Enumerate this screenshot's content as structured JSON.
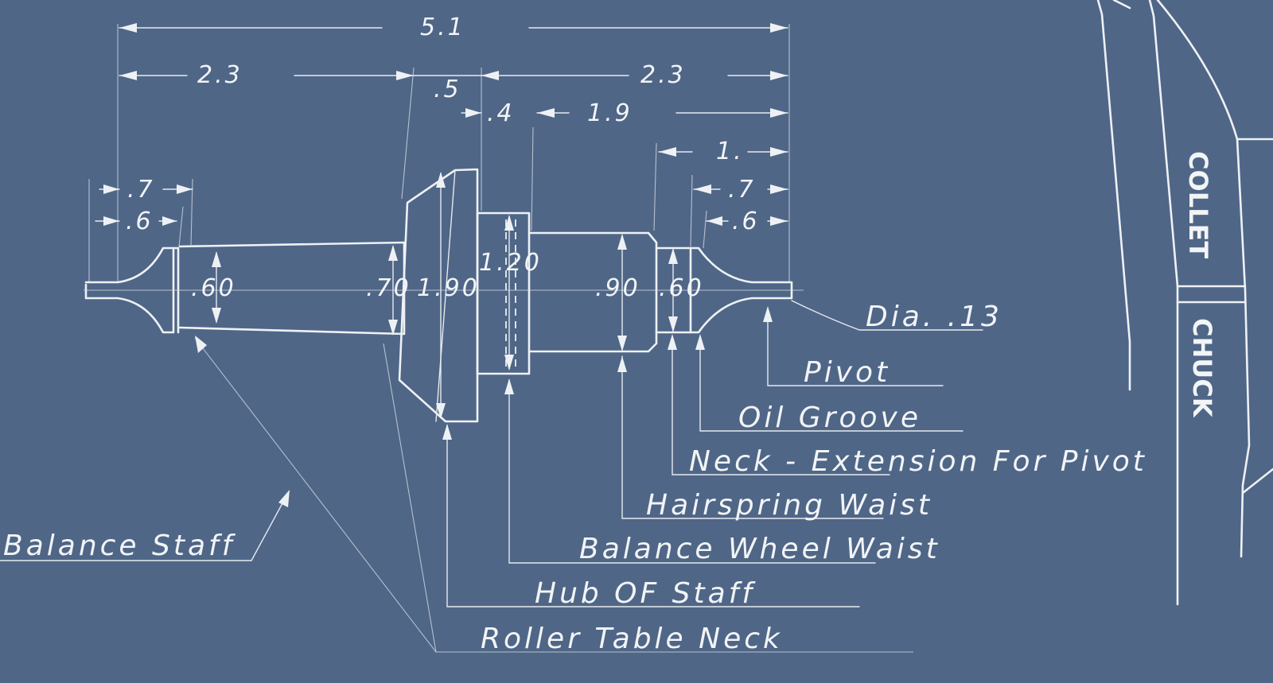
{
  "dimensions": {
    "overall": "5.1",
    "left_span": "2.3",
    "right_span": "2.3",
    "hub_width": ".5",
    "roller_width": ".4",
    "waist_span": "1.9",
    "neck_span": "1.",
    "left_pivot_outer": ".7",
    "left_pivot_inner": ".6",
    "right_pivot_outer": ".7",
    "right_pivot_inner": ".6",
    "dia_left_waist": ".60",
    "dia_left_end": ".70",
    "dia_hub": "1.90",
    "dia_roller": "1.20",
    "dia_hairspring": ".90",
    "dia_neck": ".60"
  },
  "callouts": {
    "pivot_dia": "Dia. .13",
    "pivot": "Pivot",
    "oil_groove": "Oil Groove",
    "neck": "Neck - Extension For Pivot",
    "hairspring": "Hairspring Waist",
    "balance_wheel": "Balance Wheel Waist",
    "hub": "Hub OF Staff",
    "roller": "Roller Table Neck",
    "balance_staff": "Balance Staff"
  },
  "fixture": {
    "collet": "COLLET",
    "chuck": "CHUCK"
  },
  "colors": {
    "background": "#4f6687",
    "ink": "#eef1f4"
  }
}
